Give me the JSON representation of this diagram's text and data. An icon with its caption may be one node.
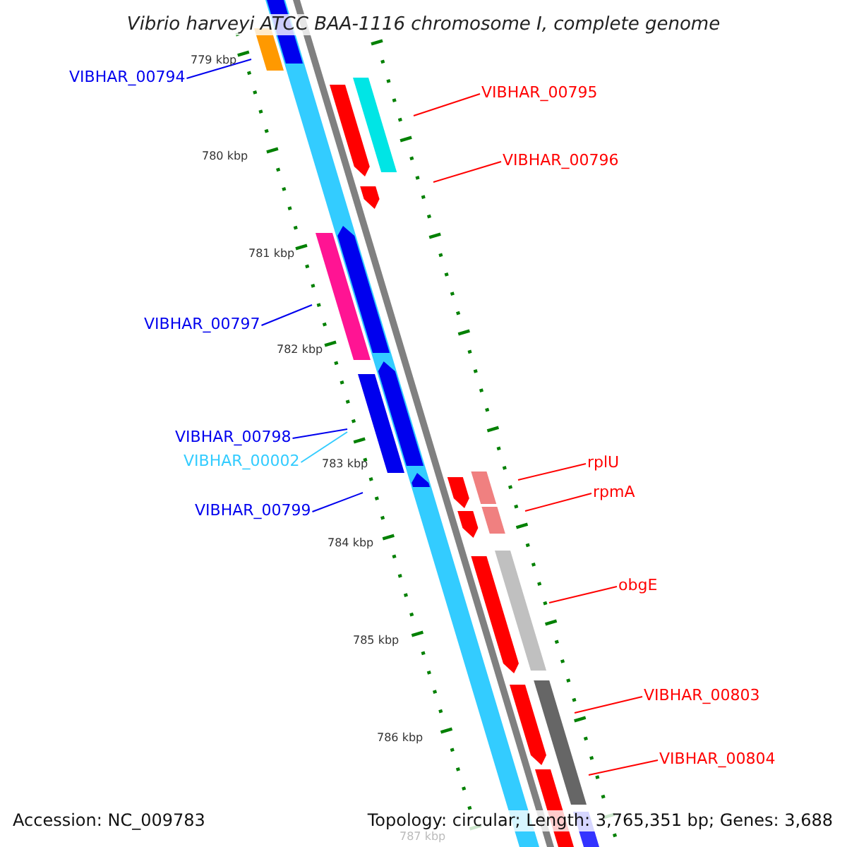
{
  "diagram": {
    "title": "Vibrio harveyi ATCC BAA-1116 chromosome I, complete genome",
    "nodes": [
      {
        "text": [
          "VIBHAR_00794"
        ]
      },
      {
        "text": [
          "VIBHAR_00795"
        ]
      },
      {
        "text": [
          "VIBHAR_00796"
        ]
      },
      {
        "text": [
          "VIBHAR_00797"
        ]
      },
      {
        "text": [
          "VIBHAR_00798"
        ]
      },
      {
        "text": [
          "VIBHAR_00002"
        ]
      },
      {
        "text": [
          "VIBHAR_00799"
        ]
      },
      {
        "text": [
          "rplU"
        ]
      },
      {
        "text": [
          "rpmA"
        ]
      },
      {
        "text": [
          "obgE"
        ]
      },
      {
        "text": [
          "VIBHAR_00803"
        ]
      },
      {
        "text": [
          "VIBHAR_00804"
        ]
      }
    ],
    "edges": [
      {
        "from": 0,
        "to": null,
        "arrow": "none",
        "color": "#0000ee"
      },
      {
        "from": 1,
        "to": null,
        "arrow": "none"
      },
      {
        "from": 2,
        "to": null,
        "arrow": "none"
      },
      {
        "from": 3,
        "to": null,
        "arrow": "none",
        "color": "#0000ee"
      },
      {
        "from": 4,
        "to": null,
        "arrow": "none",
        "color": "#0000ee"
      },
      {
        "from": 5,
        "to": null,
        "arrow": "none",
        "color": "#33ccff"
      },
      {
        "from": 6,
        "to": null,
        "arrow": "none",
        "color": "#0000ee"
      },
      {
        "from": 7,
        "to": null,
        "arrow": "none"
      },
      {
        "from": 8,
        "to": null,
        "arrow": "none"
      },
      {
        "from": 9,
        "to": null,
        "arrow": "none"
      },
      {
        "from": 10,
        "to": null,
        "arrow": "none"
      },
      {
        "from": 11,
        "to": null,
        "arrow": "none"
      }
    ],
    "labels": [
      "779 kbp",
      "780 kbp",
      "781 kbp",
      "782 kbp",
      "783 kbp",
      "784 kbp",
      "785 kbp",
      "786 kbp",
      "787 kbp",
      "Accession: NC_009783",
      "Topology: circular; Length: 3,765,351 bp; Genes: 3,688"
    ]
  }
}
